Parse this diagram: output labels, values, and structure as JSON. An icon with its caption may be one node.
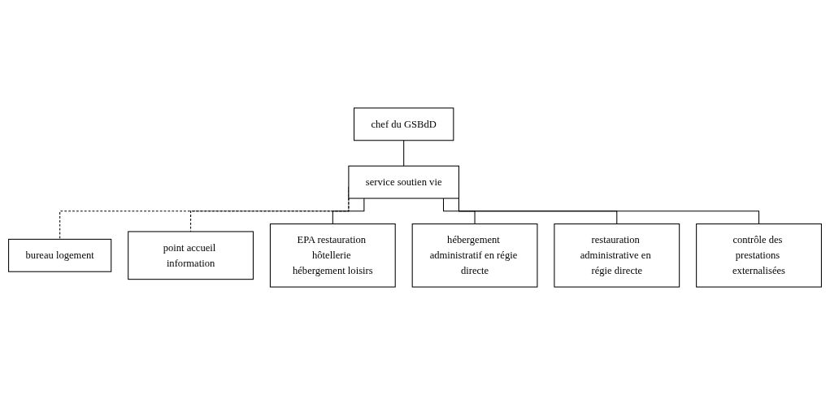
{
  "diagram": {
    "nodes": [
      {
        "text": [
          "chef du GSBdD"
        ]
      },
      {
        "text": [
          "service soutien vie"
        ]
      },
      {
        "text": [
          "bureau logement"
        ]
      },
      {
        "text": [
          "point accueil information"
        ]
      },
      {
        "text": [
          "EPA restauration hôtellerie hébergement loisirs"
        ]
      },
      {
        "text": [
          "hébergement administratif en régie directe"
        ]
      },
      {
        "text": [
          "restauration administrative en régie directe"
        ]
      },
      {
        "text": [
          "contrôle des prestations externalisées"
        ]
      }
    ],
    "edges": [
      {
        "from": 0,
        "to": 1,
        "arrow": "none"
      },
      {
        "from": 1,
        "to": 2,
        "arrow": "none",
        "style": "dashed"
      },
      {
        "from": 1,
        "to": 3,
        "arrow": "none",
        "style": "dashed"
      },
      {
        "from": 1,
        "to": 4,
        "arrow": "none"
      },
      {
        "from": 1,
        "to": 5,
        "arrow": "none"
      },
      {
        "from": 1,
        "to": 6,
        "arrow": "none"
      },
      {
        "from": 1,
        "to": 7,
        "arrow": "none"
      }
    ]
  }
}
